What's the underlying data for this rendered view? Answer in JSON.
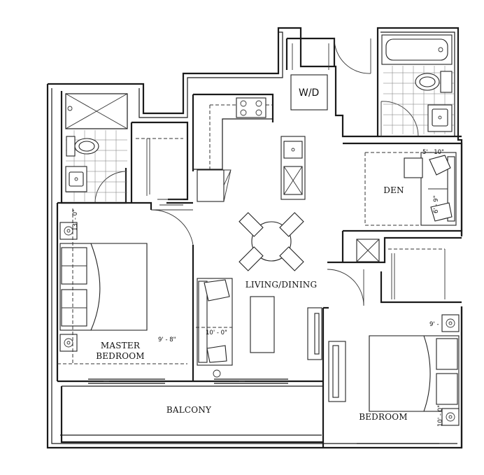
{
  "rooms": {
    "master_bedroom_line1": "MASTER",
    "master_bedroom_line2": "BEDROOM",
    "living_dining": "LIVING/DINING",
    "den": "DEN",
    "bedroom": "BEDROOM",
    "balcony": "BALCONY",
    "laundry": "W/D"
  },
  "dimensions": {
    "master_width": "9' - 8\"",
    "master_length": "13' - 0\"",
    "living_width": "10' - 0\"",
    "den_width": "5' - 10\"",
    "den_length": "6' - 9\"",
    "bedroom_width": "9' -",
    "bedroom_length": "10' - 0\""
  }
}
